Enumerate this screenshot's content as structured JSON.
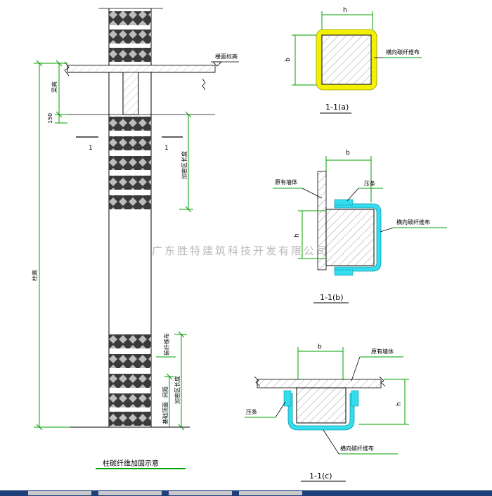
{
  "labels": {
    "h_top": "h",
    "b_top": "b",
    "cap_a": "1-1(a)",
    "fiber_a": "横向碳纤维布",
    "b_mid": "b",
    "wall_b": "原有墙体",
    "press_b": "压条",
    "h_mid": "h",
    "fiber_b": "横向碳纤维布",
    "cap_b": "1-1(b)",
    "b_bot": "b",
    "wall_c": "原有墙体",
    "press_c": "压条",
    "h_bot": "h",
    "fiber_c": "横向碳纤维布",
    "cap_c": "1-1(c)",
    "elev_mark": "楼面标高",
    "dim_150": "150",
    "dim_beam": "梁高",
    "dim_left": "柱高",
    "dim_zone_top": "加密区长度",
    "sec_mark_left": "1",
    "sec_mark_right": "1",
    "fiber_elev": "碳纤维布",
    "dim_zone_bot": "加密区长度",
    "gap_label": "间距",
    "base_label": "基础顶面",
    "left_title": "柱碳纤维加固示意",
    "watermark": "广东胜特建筑科技开发有限公司"
  },
  "colors": {
    "line": "#000000",
    "dim": "#00a000",
    "fiber_yellow": "#f2f200",
    "fiber_cyan": "#33ddee",
    "hatch": "#404040"
  }
}
